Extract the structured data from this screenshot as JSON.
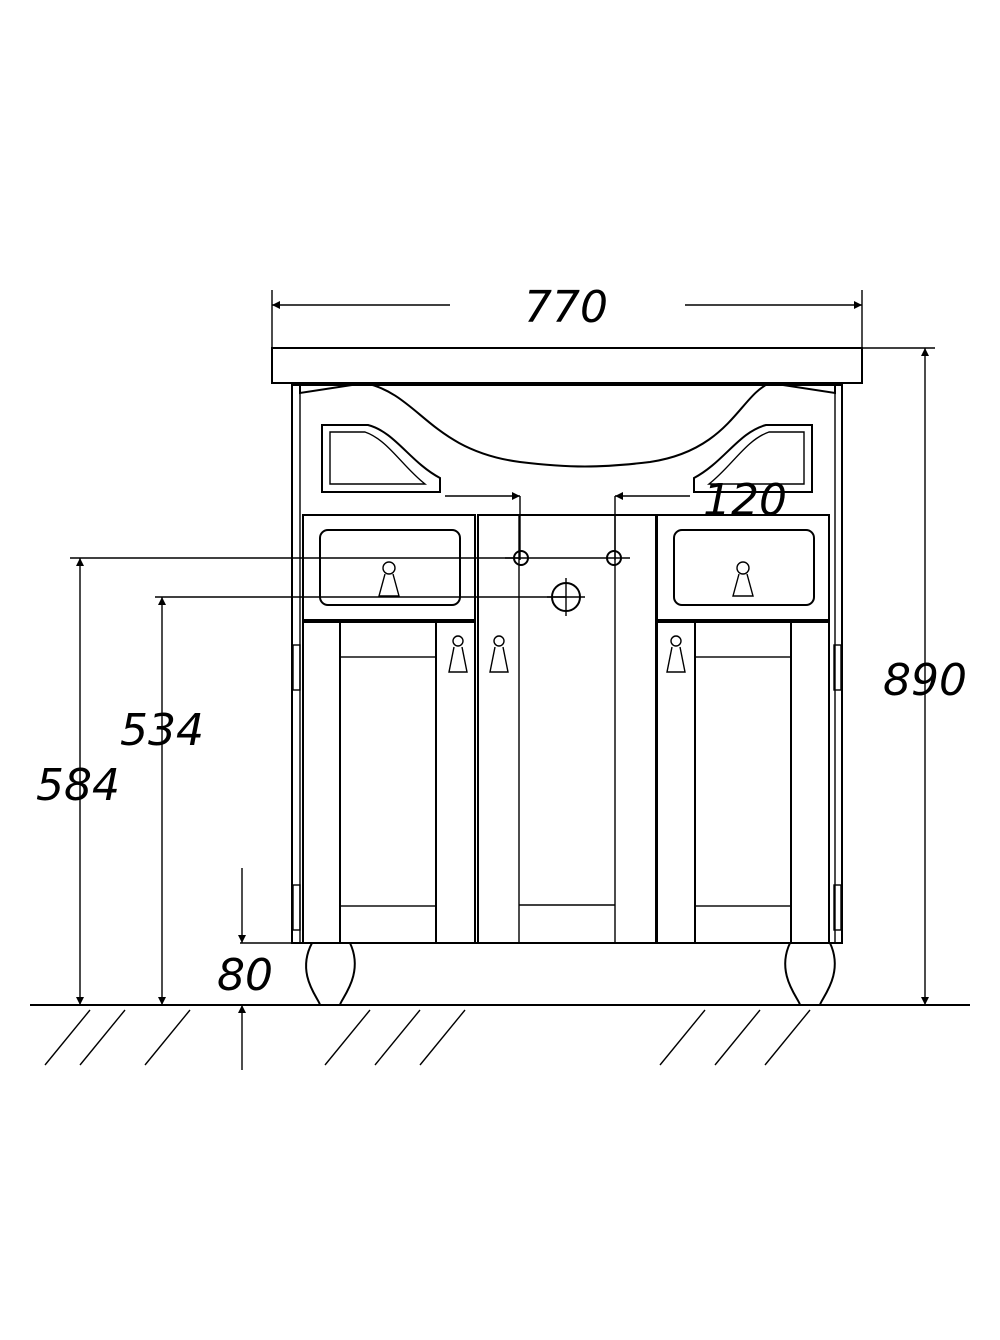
{
  "dimensions": {
    "width": "770",
    "height": "890",
    "tap_spacing": "120",
    "inlet_height_upper": "584",
    "inlet_height_lower": "534",
    "leg_height": "80"
  },
  "colors": {
    "line": "#000000",
    "background": "#ffffff"
  }
}
